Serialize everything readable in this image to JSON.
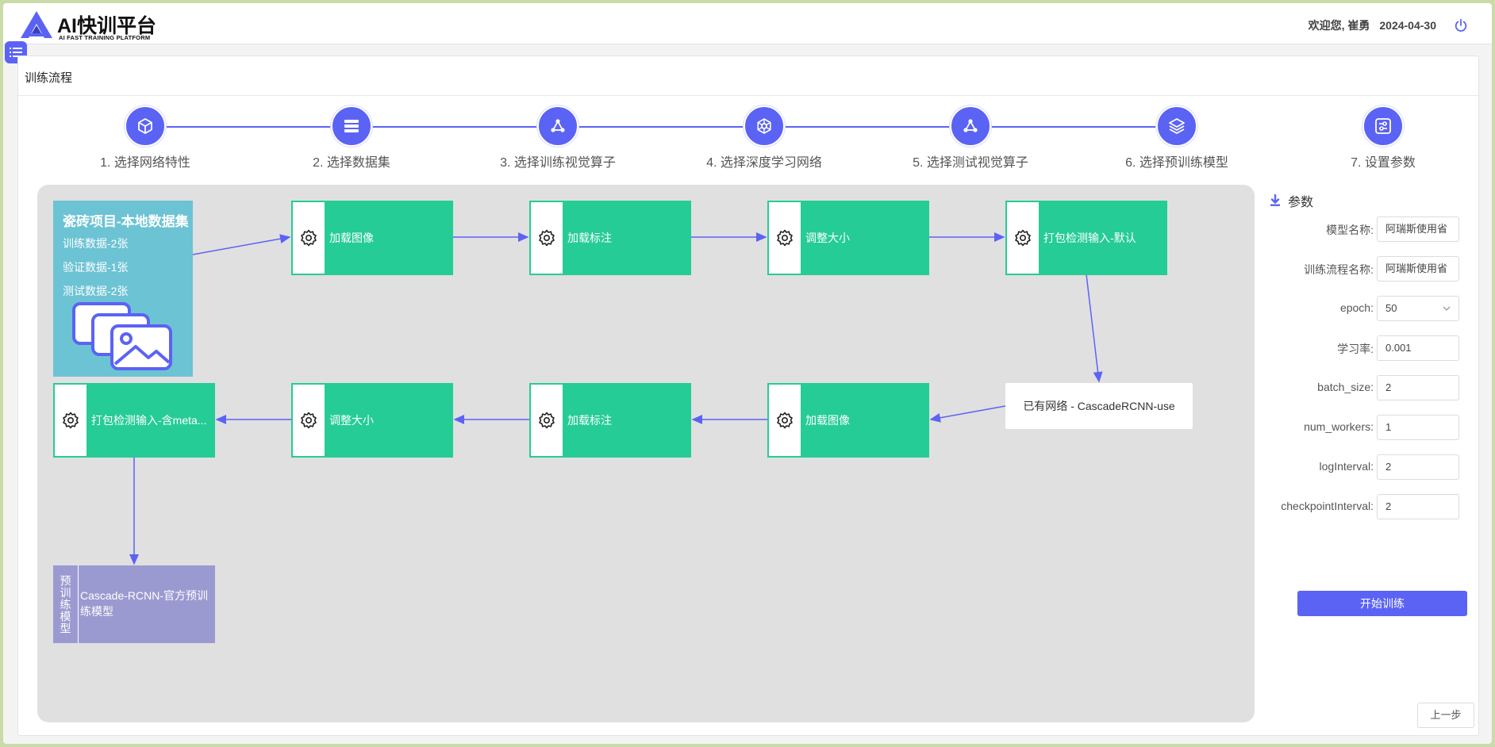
{
  "header": {
    "logo_title": "AI快训平台",
    "logo_subtitle": "AI FAST TRAINING PLATFORM",
    "welcome": "欢迎您, 崔勇",
    "date": "2024-04-30"
  },
  "page": {
    "title": "训练流程"
  },
  "steps": [
    {
      "label": "1. 选择网络特性",
      "icon": "cube-icon"
    },
    {
      "label": "2. 选择数据集",
      "icon": "database-icon"
    },
    {
      "label": "3. 选择训练视觉算子",
      "icon": "share-nodes-icon"
    },
    {
      "label": "4. 选择深度学习网络",
      "icon": "network-icon"
    },
    {
      "label": "5. 选择测试视觉算子",
      "icon": "share-nodes-icon"
    },
    {
      "label": "6. 选择预训练模型",
      "icon": "layers-icon"
    },
    {
      "label": "7. 设置参数",
      "icon": "settings-sliders-icon"
    }
  ],
  "flow": {
    "dataset": {
      "title": "瓷砖项目-本地数据集",
      "train": "训练数据-2张",
      "val": "验证数据-1张",
      "test": "测试数据-2张"
    },
    "train_ops": [
      "加载图像",
      "加载标注",
      "调整大小",
      "打包检测输入-默认"
    ],
    "network": "已有网络 - CascadeRCNN-use",
    "test_ops": [
      "加载图像",
      "加载标注",
      "调整大小",
      "打包检测输入-含meta..."
    ],
    "pretrain": {
      "tag": "预训练模型",
      "label": "Cascade-RCNN-官方预训练模型"
    }
  },
  "params": {
    "title": "参数",
    "fields": [
      {
        "label": "模型名称:",
        "value": "阿瑞斯使用省"
      },
      {
        "label": "训练流程名称:",
        "value": "阿瑞斯使用省"
      },
      {
        "label": "epoch:",
        "value": "50"
      },
      {
        "label": "学习率:",
        "value": "0.001"
      },
      {
        "label": "batch_size:",
        "value": "2"
      },
      {
        "label": "num_workers:",
        "value": "1"
      },
      {
        "label": "logInterval:",
        "value": "2"
      },
      {
        "label": "checkpointInterval:",
        "value": "2"
      }
    ],
    "start_button": "开始训练",
    "prev_button": "上一步"
  },
  "colors": {
    "accent": "#5b63f5",
    "node_green": "#26cc96",
    "dataset_blue": "#6cc3d4",
    "pretrain_purple": "#9b9ad0",
    "canvas_gray": "#e0e0e0"
  }
}
